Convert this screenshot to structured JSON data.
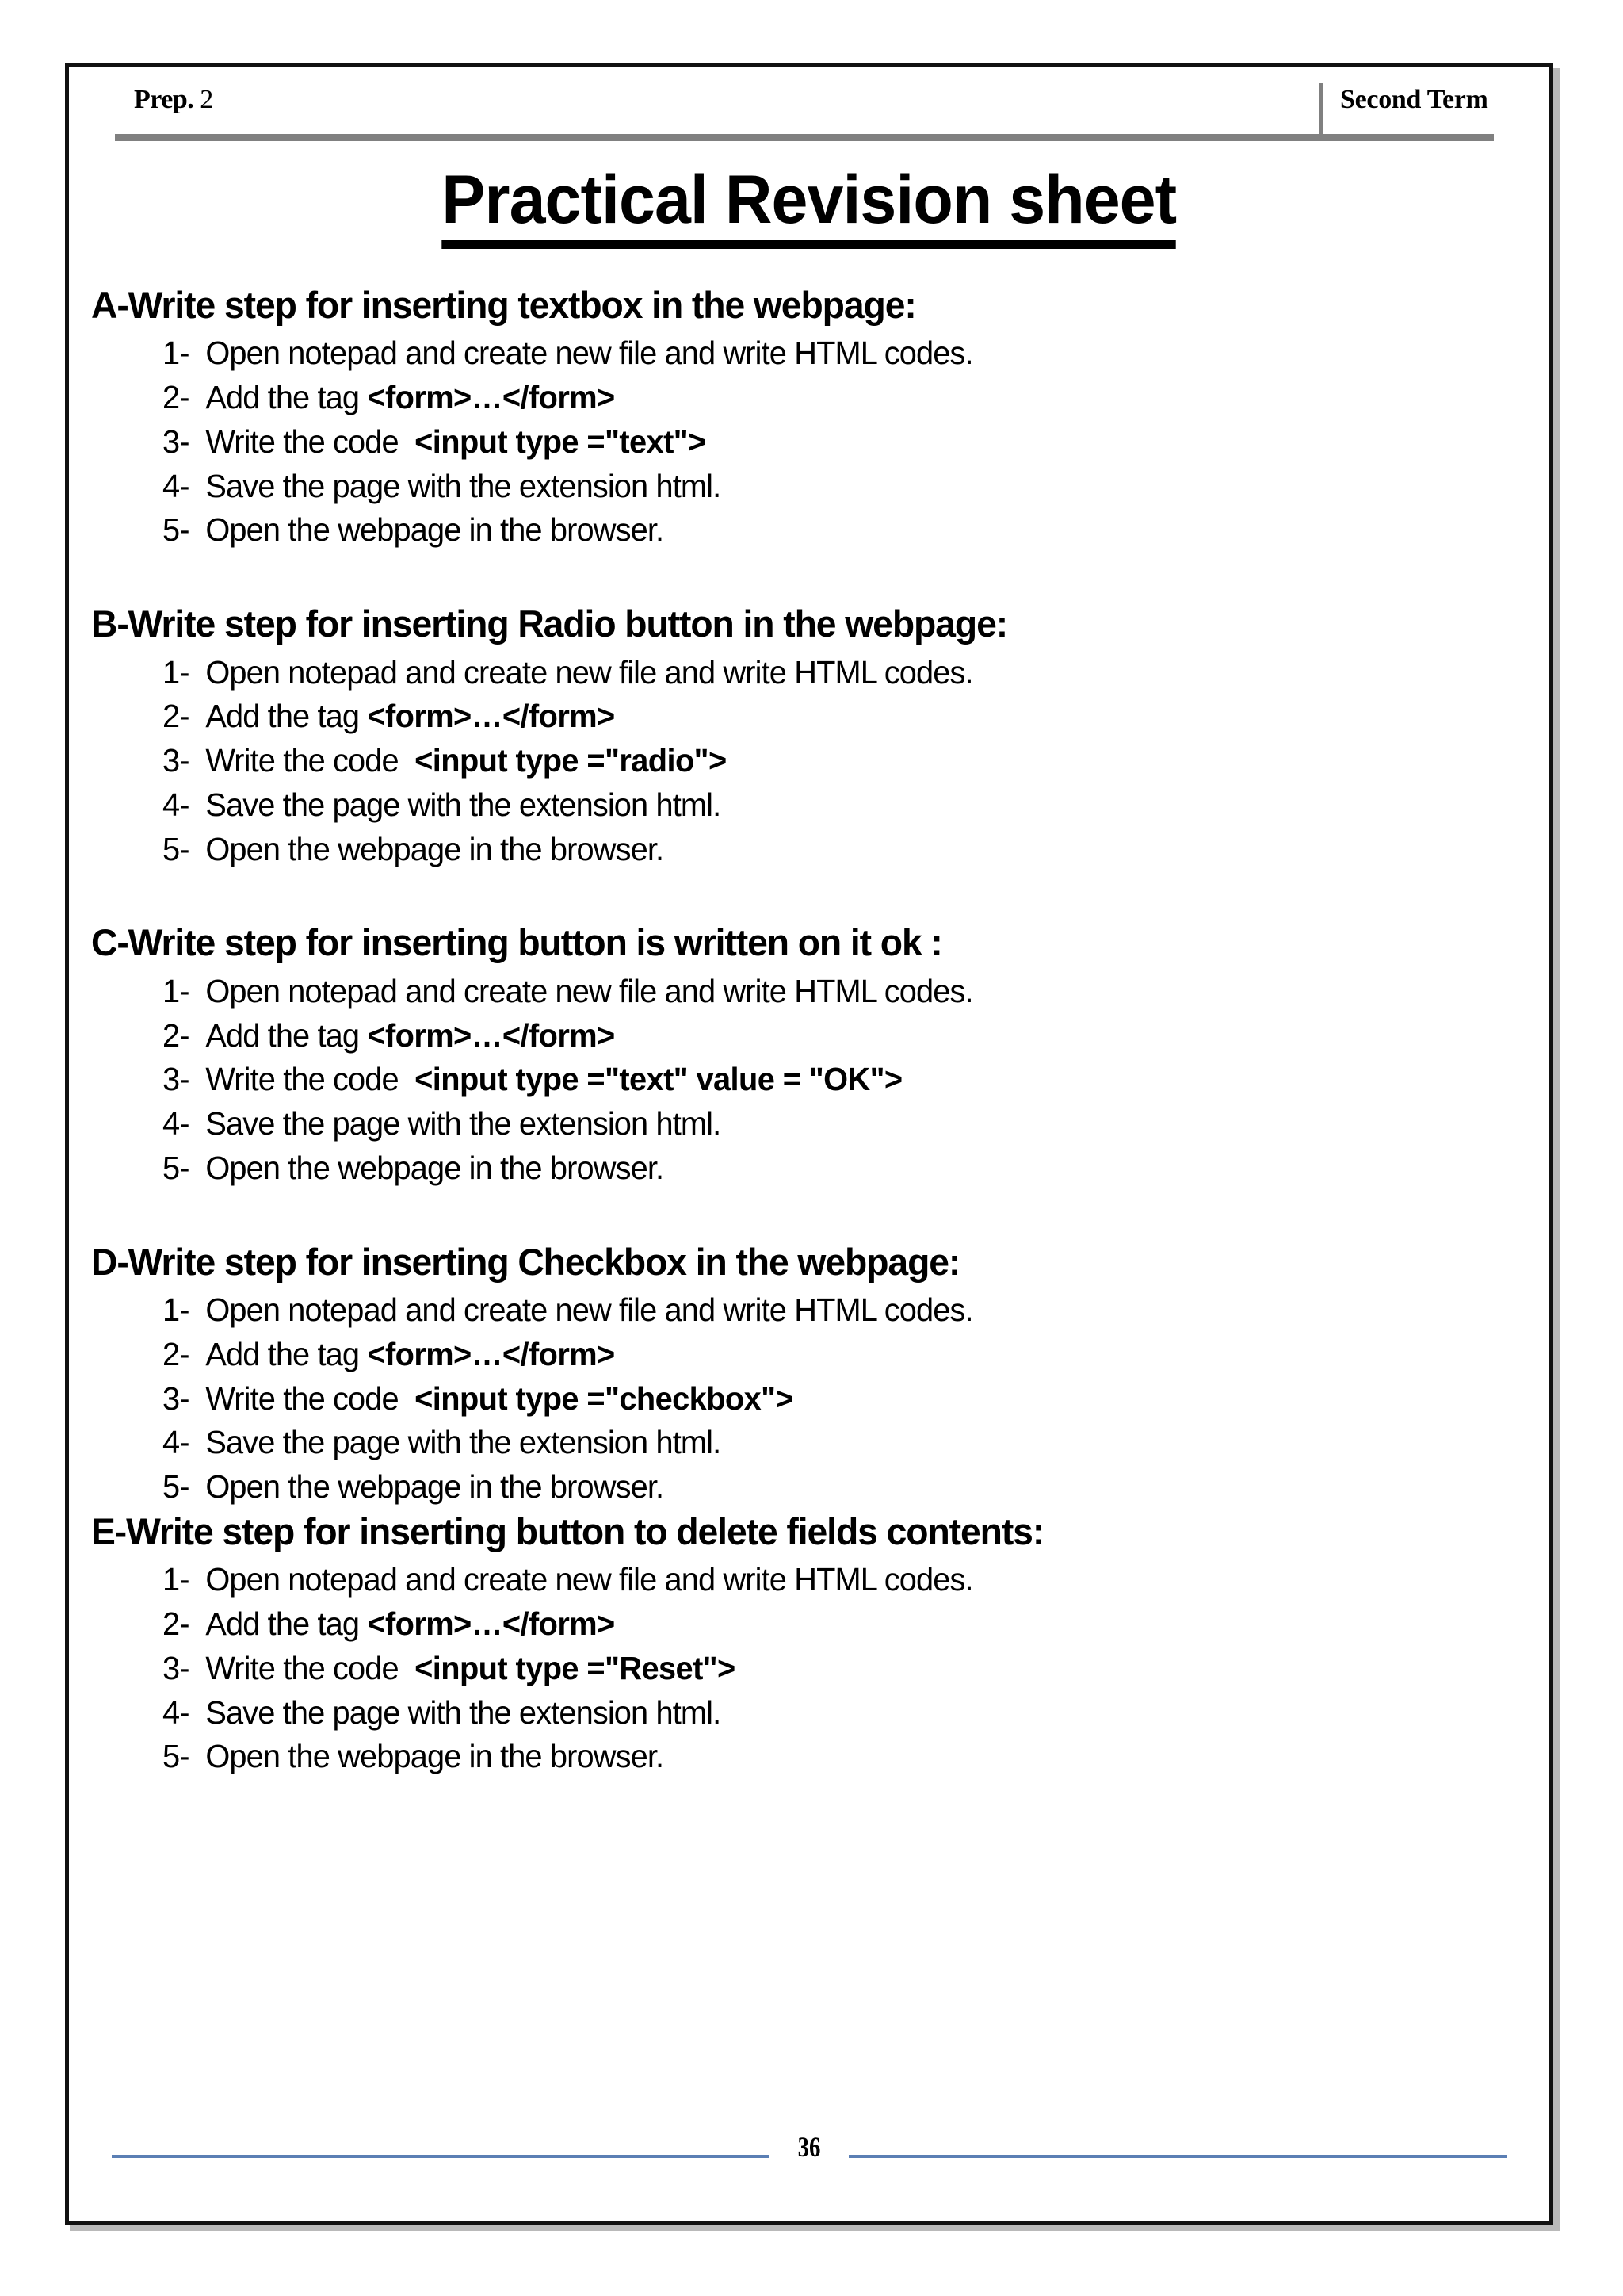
{
  "header": {
    "left_label": "Prep.",
    "left_value": "2",
    "right_label": "Second Term"
  },
  "title": "Practical Revision sheet",
  "sections": [
    {
      "heading": "A-Write step for inserting textbox in the webpage:",
      "steps": [
        {
          "marker": "1-",
          "text": "Open notepad and create new file and write HTML codes.",
          "code": ""
        },
        {
          "marker": "2-",
          "text": "Add the tag ",
          "code": "<form>…</form>"
        },
        {
          "marker": "3-",
          "text": "Write the code  ",
          "code": "<input type =\"text\">"
        },
        {
          "marker": "4-",
          "text": "Save the page with the extension html.",
          "code": ""
        },
        {
          "marker": "5-",
          "text": "Open the webpage in the browser.",
          "code": ""
        }
      ]
    },
    {
      "heading": "B-Write step for inserting Radio button in the webpage:",
      "steps": [
        {
          "marker": "1-",
          "text": "Open notepad and create new file and write HTML codes.",
          "code": ""
        },
        {
          "marker": "2-",
          "text": "Add the tag ",
          "code": "<form>…</form>"
        },
        {
          "marker": "3-",
          "text": "Write the code  ",
          "code": "<input type =\"radio\">"
        },
        {
          "marker": "4-",
          "text": "Save the page with the extension html.",
          "code": ""
        },
        {
          "marker": "5-",
          "text": "Open the webpage in the browser.",
          "code": ""
        }
      ]
    },
    {
      "heading": "C-Write step for inserting button is written on it ok :",
      "steps": [
        {
          "marker": "1-",
          "text": "Open notepad and create new file and write HTML codes.",
          "code": ""
        },
        {
          "marker": "2-",
          "text": "Add the tag ",
          "code": "<form>…</form>"
        },
        {
          "marker": "3-",
          "text": "Write the code  ",
          "code": "<input type =\"text\" value = \"OK\">"
        },
        {
          "marker": "4-",
          "text": "Save the page with the extension html.",
          "code": ""
        },
        {
          "marker": "5-",
          "text": "Open the webpage in the browser.",
          "code": ""
        }
      ]
    },
    {
      "heading": "D-Write step for inserting Checkbox in the webpage:",
      "steps": [
        {
          "marker": "1-",
          "text": "Open notepad and create new file and write HTML codes.",
          "code": ""
        },
        {
          "marker": "2-",
          "text": "Add the tag ",
          "code": "<form>…</form>"
        },
        {
          "marker": "3-",
          "text": "Write the code  ",
          "code": "<input type =\"checkbox\">"
        },
        {
          "marker": "4-",
          "text": "Save the page with the extension html.",
          "code": ""
        },
        {
          "marker": "5-",
          "text": "Open the webpage in the browser.",
          "code": ""
        }
      ]
    },
    {
      "heading": "E-Write step for inserting button to delete fields contents:",
      "steps": [
        {
          "marker": "1-",
          "text": "Open notepad and create new file and write HTML codes.",
          "code": ""
        },
        {
          "marker": "2-",
          "text": "Add the tag ",
          "code": "<form>…</form>"
        },
        {
          "marker": "3-",
          "text": "Write the code  ",
          "code": "<input type =\"Reset\">"
        },
        {
          "marker": "4-",
          "text": "Save the page with the extension html.",
          "code": ""
        },
        {
          "marker": "5-",
          "text": "Open the webpage in the browser.",
          "code": ""
        }
      ]
    }
  ],
  "section_gaps": [
    false,
    true,
    true,
    true,
    false
  ],
  "footer": {
    "page_number": "36",
    "rule_color": "#5b7fb4"
  },
  "colors": {
    "text": "#000000",
    "header_rule": "#808080",
    "page_border": "#111111",
    "footer_rule": "#5b7fb4"
  }
}
